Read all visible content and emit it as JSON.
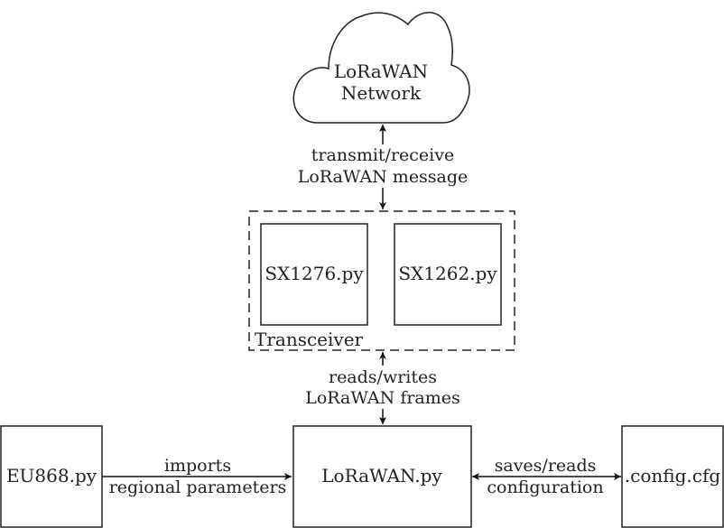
{
  "cloud": {
    "line1": "LoRaWAN",
    "line2": "Network"
  },
  "edges": {
    "cloud_transceiver": {
      "line1": "transmit/receive",
      "line2": "LoRaWAN message"
    },
    "transceiver_lorawan": {
      "line1": "reads/writes",
      "line2": "LoRaWAN frames"
    },
    "eu868_lorawan": {
      "line1": "imports",
      "line2": "regional parameters"
    },
    "lorawan_config": {
      "line1": "saves/reads",
      "line2": "configuration"
    }
  },
  "transceiver": {
    "group_label": "Transceiver",
    "modules": [
      "SX1276.py",
      "SX1262.py"
    ]
  },
  "nodes": {
    "eu868": "EU868.py",
    "lorawan": "LoRaWAN.py",
    "config": ".config.cfg"
  }
}
